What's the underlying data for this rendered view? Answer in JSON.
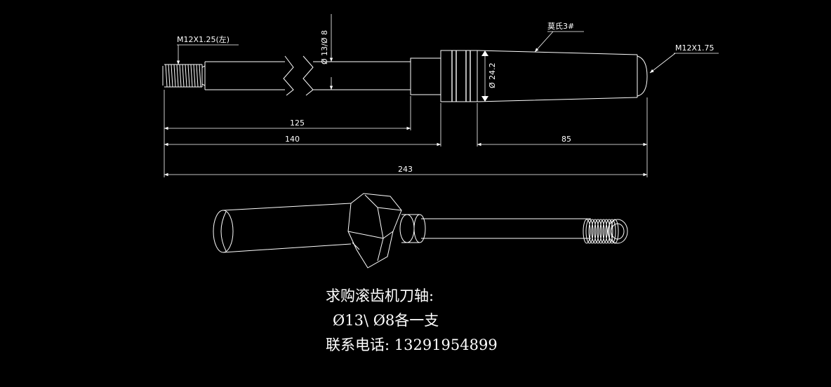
{
  "drawing": {
    "thread_left_label": "M12X1.25(左)",
    "diameter_label_small": "Ø 13/Ø 8",
    "taper_label": "莫氏3#",
    "diameter_label_large": "Ø 24.2",
    "thread_right_label": "M12X1.75",
    "dim_125": "125",
    "dim_140": "140",
    "dim_85": "85",
    "dim_243": "243"
  },
  "notice": {
    "line1": "求购滚齿机刀轴:",
    "line2": "Ø13\\ Ø8各一支",
    "line3": "联系电话: 13291954899"
  }
}
